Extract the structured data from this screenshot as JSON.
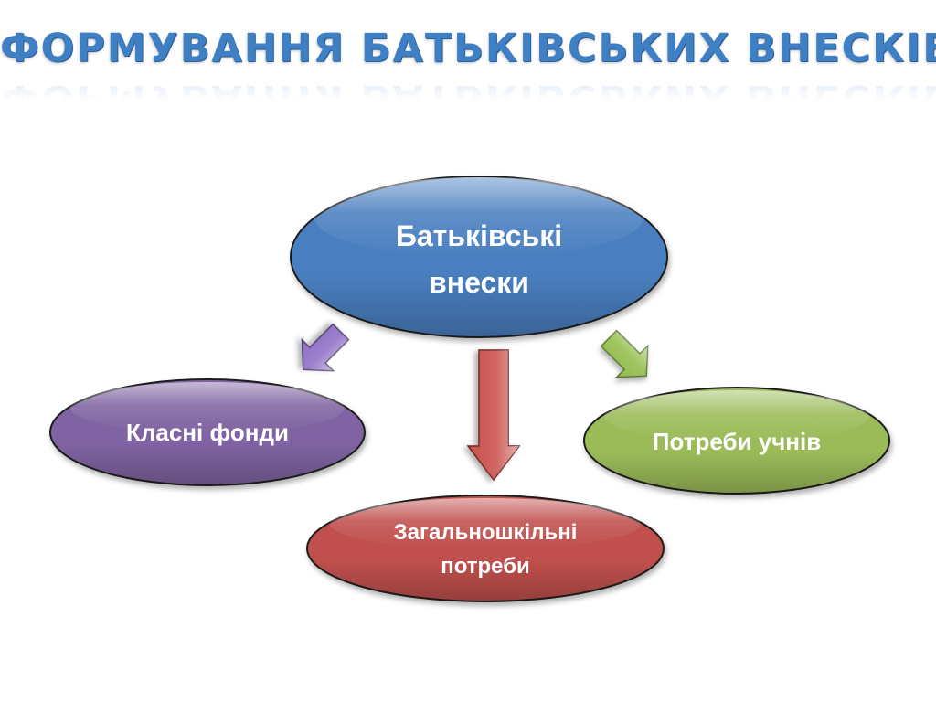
{
  "title": "ФОРМУВАННЯ БАТЬКІВСЬКИХ ВНЕСКІВ",
  "nodes": {
    "center": {
      "lines": [
        "Батьківські",
        "внески"
      ],
      "color": "#4a7fc0"
    },
    "left": {
      "lines": [
        "Класні фонди"
      ],
      "color": "#8064a2"
    },
    "right": {
      "lines": [
        "Потреби учнів"
      ],
      "color": "#9bbb59"
    },
    "bottom": {
      "lines": [
        "Загальношкільні",
        "потреби"
      ],
      "color": "#c0504d"
    }
  },
  "arrows": {
    "to_left": {
      "color": "#8f6fc7"
    },
    "to_bottom": {
      "color": "#c9504c"
    },
    "to_right": {
      "color": "#93bd4c"
    }
  }
}
